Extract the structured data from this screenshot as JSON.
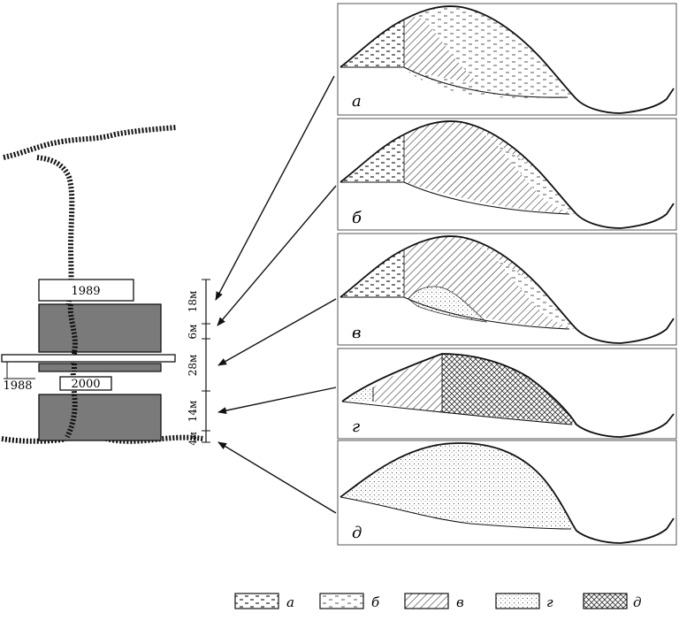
{
  "plan": {
    "years": {
      "y1989": "1989",
      "y2000": "2000",
      "y1988": "1988"
    },
    "dimensions": {
      "d18": "18м",
      "d6": "6м",
      "d28": "28м",
      "d14": "14м",
      "d4": "4м"
    }
  },
  "panels": [
    {
      "label": "а"
    },
    {
      "label": "б"
    },
    {
      "label": "в"
    },
    {
      "label": "г"
    },
    {
      "label": "д"
    }
  ],
  "legend": [
    {
      "label": "а",
      "pattern": "dash-grid"
    },
    {
      "label": "б",
      "pattern": "dash-light"
    },
    {
      "label": "в",
      "pattern": "diagonal"
    },
    {
      "label": "г",
      "pattern": "dots"
    },
    {
      "label": "д",
      "pattern": "crosshatch"
    }
  ]
}
